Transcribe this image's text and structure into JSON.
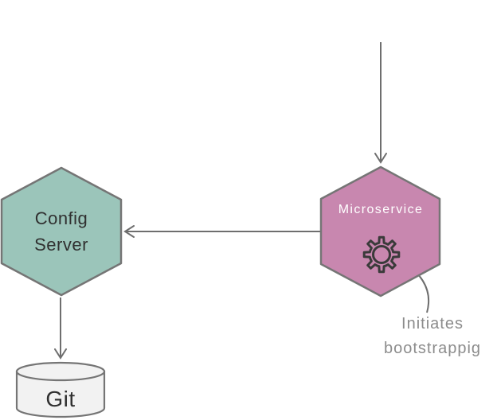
{
  "diagram": {
    "type": "architecture-flow",
    "nodes": {
      "config_server": {
        "shape": "hexagon",
        "label_line1": "Config",
        "label_line2": "Server"
      },
      "microservice": {
        "shape": "hexagon",
        "label": "Microservice",
        "icon": "gear-icon"
      },
      "git": {
        "shape": "database-cylinder",
        "label": "Git"
      }
    },
    "annotation": {
      "line1": "Initiates",
      "line2": "bootstrappig",
      "points_to": "microservice gear-icon",
      "connector": "curved-arrow"
    },
    "edges": [
      {
        "from": "external-top",
        "to": "microservice",
        "style": "straight-arrow",
        "direction": "down"
      },
      {
        "from": "microservice",
        "to": "config_server",
        "style": "straight-arrow",
        "direction": "left"
      },
      {
        "from": "config_server",
        "to": "git",
        "style": "straight-arrow",
        "direction": "down"
      },
      {
        "from": "annotation",
        "to": "microservice-gear",
        "style": "curved-arrow",
        "direction": "up-left"
      }
    ]
  },
  "colors": {
    "canvas_bg": "#ffffff",
    "config_fill": "#9bc5ba",
    "microservice_fill": "#c887af",
    "node_border": "#757575",
    "arrow_color": "#6e6e6e",
    "dark_text": "#303030",
    "white_text": "#ffffff",
    "annotation_text": "#8c8c8c",
    "git_fill": "#f2f2f2",
    "gear_color": "#3a3a3a"
  }
}
